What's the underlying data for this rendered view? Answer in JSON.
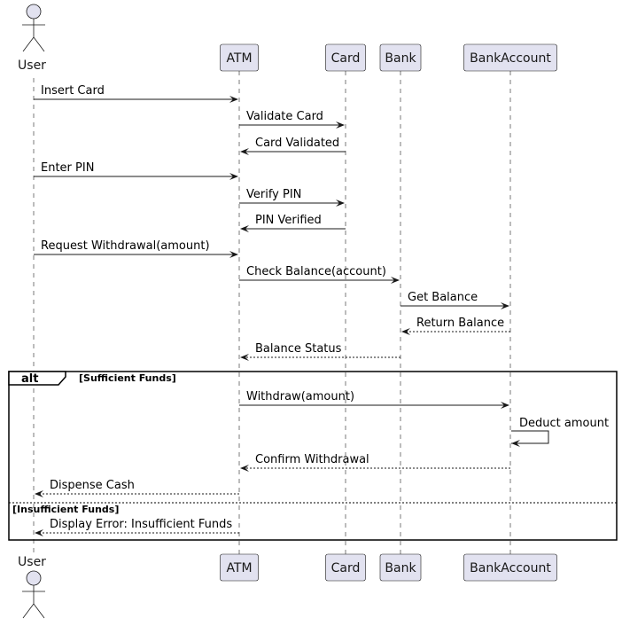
{
  "participants": [
    {
      "id": "user",
      "label": "User",
      "kind": "actor"
    },
    {
      "id": "atm",
      "label": "ATM",
      "kind": "participant"
    },
    {
      "id": "card",
      "label": "Card",
      "kind": "participant"
    },
    {
      "id": "bank",
      "label": "Bank",
      "kind": "participant"
    },
    {
      "id": "account",
      "label": "BankAccount",
      "kind": "participant"
    }
  ],
  "messages": [
    {
      "from": "user",
      "to": "atm",
      "label": "Insert Card",
      "style": "solid"
    },
    {
      "from": "atm",
      "to": "card",
      "label": "Validate Card",
      "style": "solid"
    },
    {
      "from": "card",
      "to": "atm",
      "label": "Card Validated",
      "style": "solid"
    },
    {
      "from": "user",
      "to": "atm",
      "label": "Enter PIN",
      "style": "solid"
    },
    {
      "from": "atm",
      "to": "card",
      "label": "Verify PIN",
      "style": "solid"
    },
    {
      "from": "card",
      "to": "atm",
      "label": "PIN Verified",
      "style": "solid"
    },
    {
      "from": "user",
      "to": "atm",
      "label": "Request Withdrawal(amount)",
      "style": "solid"
    },
    {
      "from": "atm",
      "to": "bank",
      "label": "Check Balance(account)",
      "style": "solid"
    },
    {
      "from": "bank",
      "to": "account",
      "label": "Get Balance",
      "style": "solid"
    },
    {
      "from": "account",
      "to": "bank",
      "label": "Return Balance",
      "style": "dashed"
    },
    {
      "from": "bank",
      "to": "atm",
      "label": "Balance Status",
      "style": "dashed"
    },
    {
      "from": "atm",
      "to": "account",
      "label": "Withdraw(amount)",
      "style": "solid"
    },
    {
      "from": "account",
      "to": "account",
      "label": "Deduct amount",
      "style": "solid"
    },
    {
      "from": "account",
      "to": "atm",
      "label": "Confirm Withdrawal",
      "style": "dashed"
    },
    {
      "from": "atm",
      "to": "user",
      "label": "Dispense Cash",
      "style": "dashed"
    },
    {
      "from": "atm",
      "to": "user",
      "label": "Display Error: Insufficient Funds",
      "style": "dashed"
    }
  ],
  "fragment": {
    "operator": "alt",
    "branches": [
      {
        "guard": "[Sufficient Funds]"
      },
      {
        "guard": "[Insufficient Funds]"
      }
    ]
  }
}
